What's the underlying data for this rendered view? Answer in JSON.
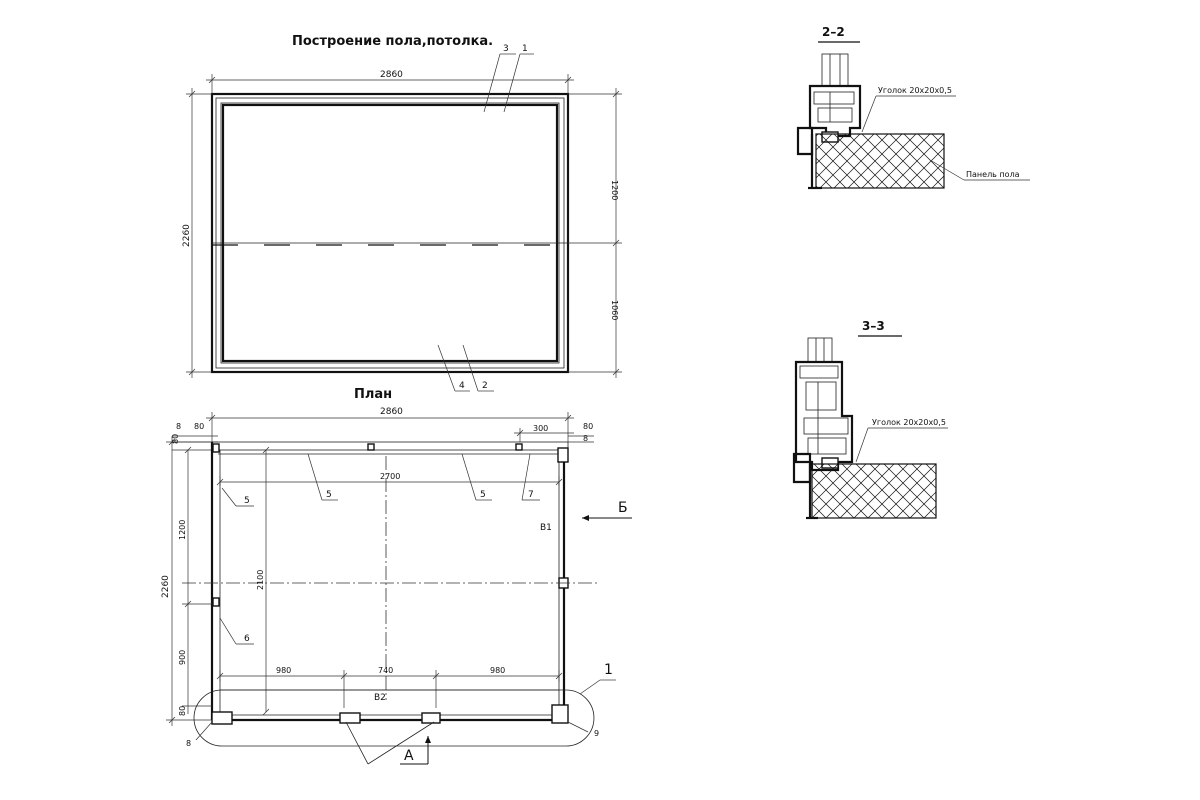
{
  "ceiling_plan": {
    "title": "Построение пола,потолка.",
    "dim_width": "2860",
    "dim_height": "2260",
    "dim_upper": "1200",
    "dim_lower": "1060",
    "callouts": [
      "3",
      "1",
      "4",
      "2"
    ]
  },
  "plan": {
    "title": "План",
    "dim_width": "2860",
    "dim_inner": "2700",
    "dim_300": "300",
    "dim_left_80": "80",
    "dim_right_80": "80",
    "dim_top_8_left": "8",
    "dim_top_8_right": "8",
    "dim_top_80": "80",
    "dim_height": "2260",
    "dim_1200": "1200",
    "dim_900": "900",
    "dim_bottom_80": "80",
    "dim_2100": "2100",
    "dim_980_left": "980",
    "dim_740": "740",
    "dim_980_right": "980",
    "callout_5a": "5",
    "callout_5b": "5",
    "callout_5c": "5",
    "callout_7": "7",
    "callout_6": "6",
    "callout_8": "8",
    "callout_9": "9",
    "callout_1": "1",
    "label_b1": "В1",
    "label_b2": "В2",
    "view_b": "Б",
    "view_a": "А"
  },
  "section_2_2": {
    "title": "2–2",
    "corner_label": "Уголок 20х20х0,5",
    "panel_label": "Панель пола"
  },
  "section_3_3": {
    "title": "3–3",
    "corner_label": "Уголок 20х20х0,5"
  }
}
